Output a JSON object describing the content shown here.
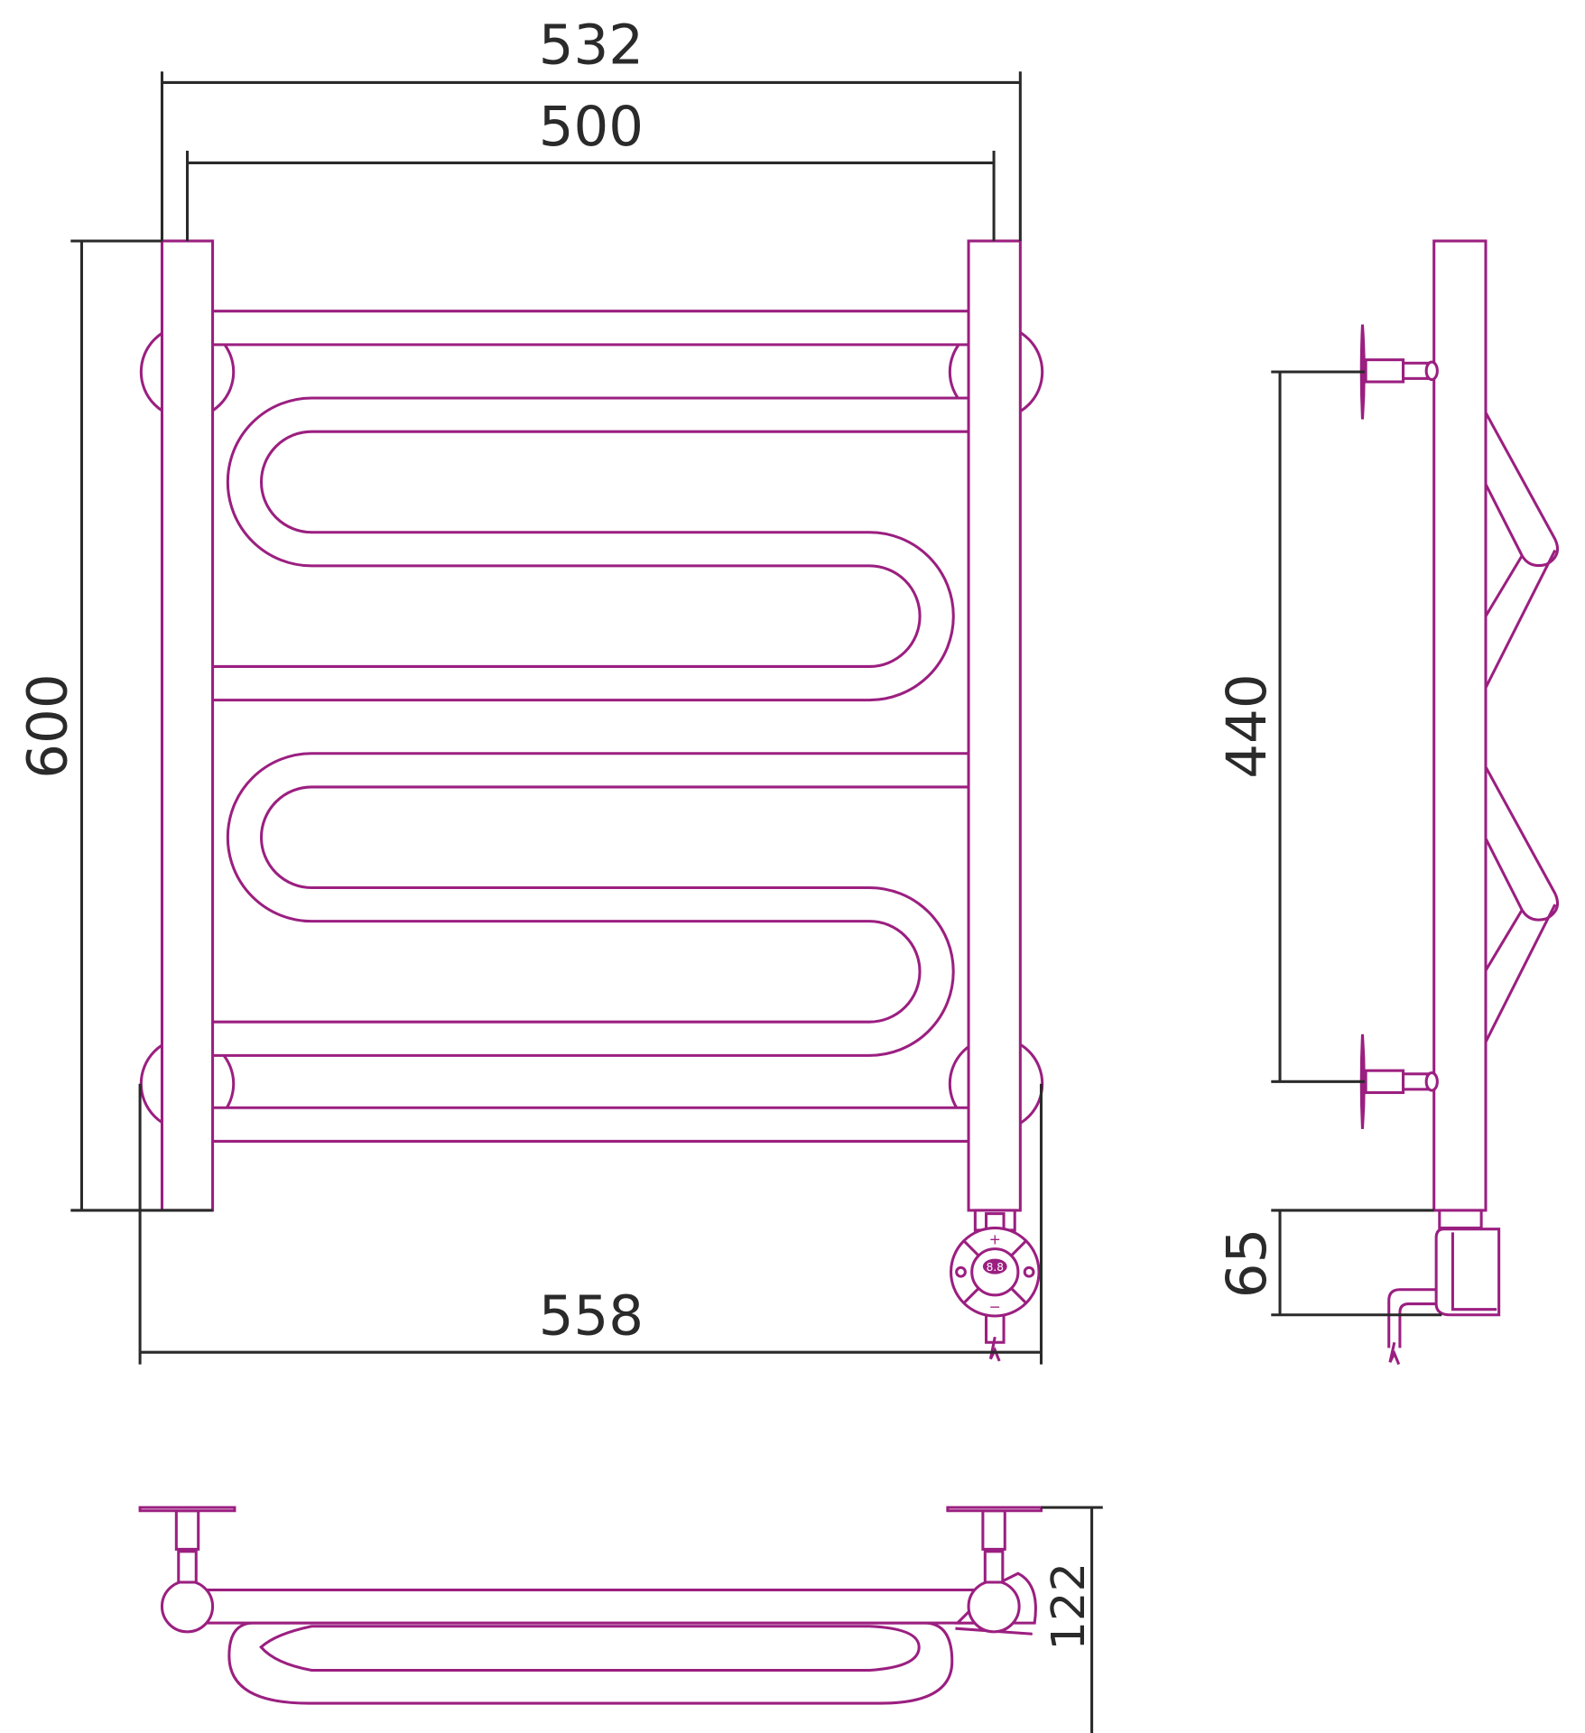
{
  "colors": {
    "product": "#9b1f80",
    "dimension": "#2a2a2a"
  },
  "dimensions": {
    "overall_width": "532",
    "axis_width": "500",
    "height": "600",
    "width_with_controller": "558",
    "mount_spacing": "440",
    "controller_height": "65",
    "depth": "122"
  },
  "controller": {
    "display": "8.8",
    "plus": "+",
    "minus": "−",
    "power_icon": "power-icon",
    "timer_icon": "timer-icon"
  }
}
